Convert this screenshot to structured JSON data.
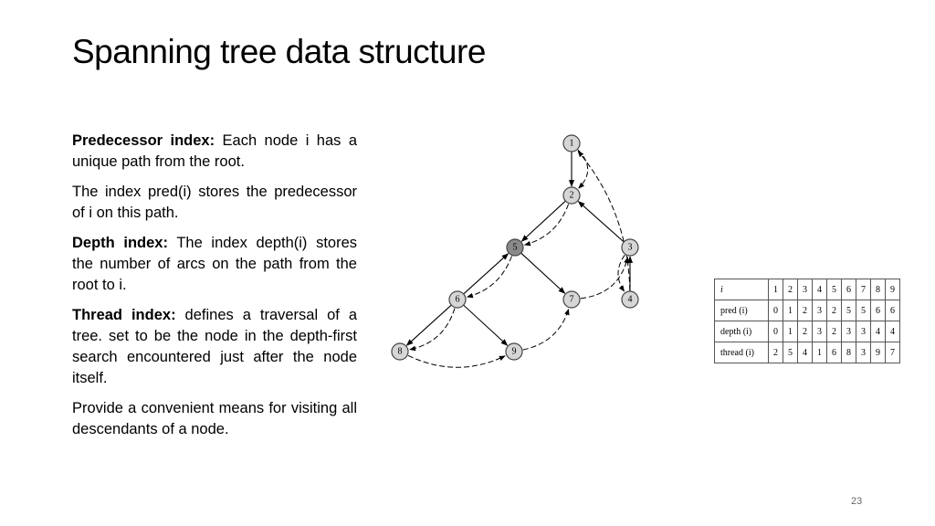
{
  "slide": {
    "title": "Spanning tree data structure",
    "page_number": "23"
  },
  "paragraphs": {
    "p1_bold": "Predecessor index:",
    "p1_text": " Each node i has a unique path from the root.",
    "p2_text": "The index pred(i) stores the predecessor of i on this path.",
    "p3_bold": "Depth index:",
    "p3_text": " The index depth(i) stores the number of arcs on the path from the root to i.",
    "p4_bold": "Thread index:",
    "p4_text": " defines a traversal of a tree. set to be the node in the depth-first search encountered just after the node itself.",
    "p5_text": "Provide a convenient means for visiting all descendants of a node."
  },
  "tree": {
    "nodes": [
      {
        "id": "1",
        "label": "1"
      },
      {
        "id": "2",
        "label": "2"
      },
      {
        "id": "3",
        "label": "3"
      },
      {
        "id": "4",
        "label": "4"
      },
      {
        "id": "5",
        "label": "5"
      },
      {
        "id": "6",
        "label": "6"
      },
      {
        "id": "7",
        "label": "7"
      },
      {
        "id": "8",
        "label": "8"
      },
      {
        "id": "9",
        "label": "9"
      }
    ],
    "tree_arcs": [
      [
        "1",
        "2"
      ],
      [
        "2",
        "5"
      ],
      [
        "3",
        "2"
      ],
      [
        "4",
        "3"
      ],
      [
        "5",
        "7"
      ],
      [
        "6",
        "5"
      ],
      [
        "6",
        "8"
      ],
      [
        "6",
        "9"
      ]
    ],
    "thread_arcs": [
      [
        "1",
        "2"
      ],
      [
        "2",
        "5"
      ],
      [
        "5",
        "6"
      ],
      [
        "6",
        "8"
      ],
      [
        "8",
        "9"
      ],
      [
        "9",
        "7"
      ],
      [
        "7",
        "3"
      ],
      [
        "3",
        "4"
      ],
      [
        "4",
        "1"
      ]
    ]
  },
  "index_table": {
    "columns": [
      "1",
      "2",
      "3",
      "4",
      "5",
      "6",
      "7",
      "8",
      "9"
    ],
    "rows": [
      {
        "label": "i",
        "values": [
          "1",
          "2",
          "3",
          "4",
          "5",
          "6",
          "7",
          "8",
          "9"
        ]
      },
      {
        "label": "pred (i)",
        "values": [
          "0",
          "1",
          "2",
          "3",
          "2",
          "5",
          "5",
          "6",
          "6"
        ]
      },
      {
        "label": "depth (i)",
        "values": [
          "0",
          "1",
          "2",
          "3",
          "2",
          "3",
          "3",
          "4",
          "4"
        ]
      },
      {
        "label": "thread (i)",
        "values": [
          "2",
          "5",
          "4",
          "1",
          "6",
          "8",
          "3",
          "9",
          "7"
        ]
      }
    ]
  }
}
